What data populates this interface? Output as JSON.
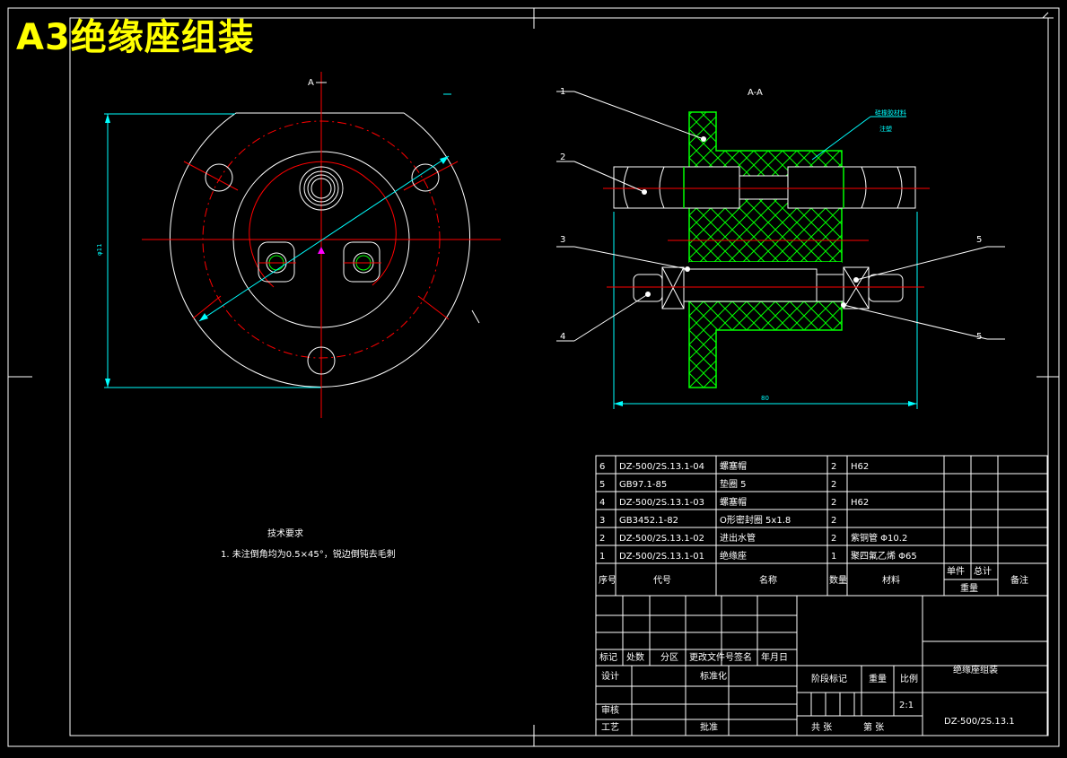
{
  "headline": "A3绝缘座组装",
  "labels": {
    "left_top_arrow": "A",
    "right_section_title": "A-A",
    "dim_vertical": "φ11",
    "dim_width": "80",
    "cyan_note_1": "硅橡胶材料",
    "cyan_note_2": "注塑",
    "tech_req_title": "技术要求",
    "tech_req_text": "1. 未注倒角均为0.5×45°，锐边倒钝去毛刺"
  },
  "callouts": [
    "1",
    "2",
    "3",
    "4",
    "5",
    "5"
  ],
  "bom": {
    "rows": [
      {
        "no": "6",
        "code": "DZ-500/2S.13.1-04",
        "name": "螺塞帽",
        "qty": "2",
        "material": "H62"
      },
      {
        "no": "5",
        "code": "GB97.1-85",
        "name": "垫圈 5",
        "qty": "2",
        "material": ""
      },
      {
        "no": "4",
        "code": "DZ-500/2S.13.1-03",
        "name": "螺塞帽",
        "qty": "2",
        "material": "H62"
      },
      {
        "no": "3",
        "code": "GB3452.1-82",
        "name": "O形密封圈 5x1.8",
        "qty": "2",
        "material": ""
      },
      {
        "no": "2",
        "code": "DZ-500/2S.13.1-02",
        "name": "进出水管",
        "qty": "2",
        "material": "紫铜管 Φ10.2"
      },
      {
        "no": "1",
        "code": "DZ-500/2S.13.1-01",
        "name": "绝缘座",
        "qty": "1",
        "material": "聚四氟乙烯 Φ65"
      }
    ],
    "header": {
      "no": "序号",
      "code": "代号",
      "name": "名称",
      "qty": "数量",
      "material": "材料",
      "unit_weight": "单件",
      "total_weight": "总计",
      "weight": "重量",
      "remark": "备注"
    }
  },
  "title_block": {
    "mark": "标记",
    "count": "处数",
    "zone": "分区",
    "change_doc": "更改文件号",
    "sign": "签名",
    "date": "年月日",
    "designer": "设计",
    "standardize": "标准化",
    "review": "审核",
    "process": "工艺",
    "approve": "批准",
    "stage_mark": "阶段标记",
    "weight": "重量",
    "scale": "比例",
    "scale_value": "2:1",
    "sheet_total": "共 张",
    "sheet_no": "第 张",
    "drawing_name": "绝缘座组装",
    "drawing_code": "DZ-500/2S.13.1"
  },
  "colors": {
    "background": "#000000",
    "line": "#ffffff",
    "center_line": "#ff0000",
    "dimension": "#00ffff",
    "hatch": "#00ff00",
    "headline": "#ffff00"
  }
}
